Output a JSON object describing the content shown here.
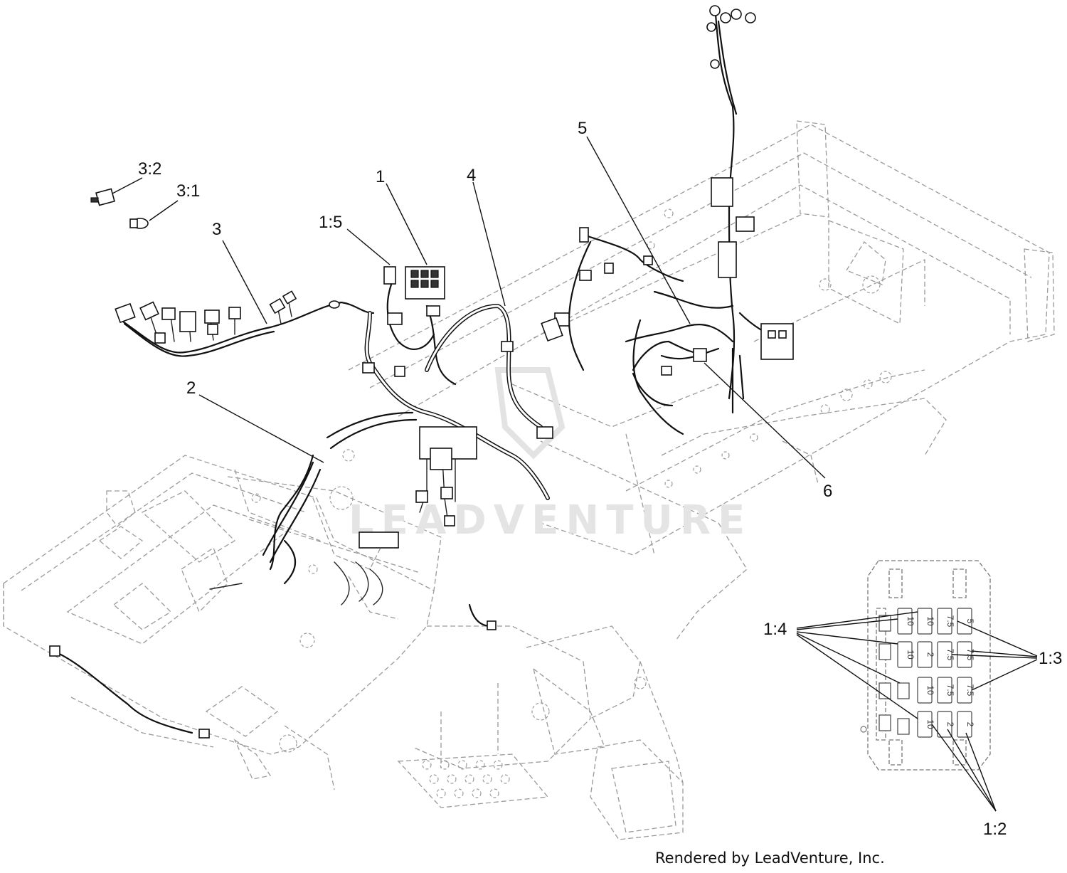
{
  "diagram": {
    "callouts": [
      {
        "id": "c1",
        "label": "1"
      },
      {
        "id": "c1-5",
        "label": "1:5"
      },
      {
        "id": "c2",
        "label": "2"
      },
      {
        "id": "c3",
        "label": "3"
      },
      {
        "id": "c3-1",
        "label": "3:1"
      },
      {
        "id": "c3-2",
        "label": "3:2"
      },
      {
        "id": "c4",
        "label": "4"
      },
      {
        "id": "c5",
        "label": "5"
      },
      {
        "id": "c6",
        "label": "6"
      },
      {
        "id": "c1-2",
        "label": "1:2"
      },
      {
        "id": "c1-3",
        "label": "1:3"
      },
      {
        "id": "c1-4",
        "label": "1:4"
      }
    ],
    "fuse_values": [
      "10",
      "10",
      "7.5",
      "5",
      "10",
      "2",
      "7.5",
      "7.5",
      "10",
      "7.5",
      "7.5",
      "10",
      "2",
      "2"
    ],
    "watermark": "LEADVENTURE",
    "credit": "Rendered by LeadVenture, Inc."
  }
}
